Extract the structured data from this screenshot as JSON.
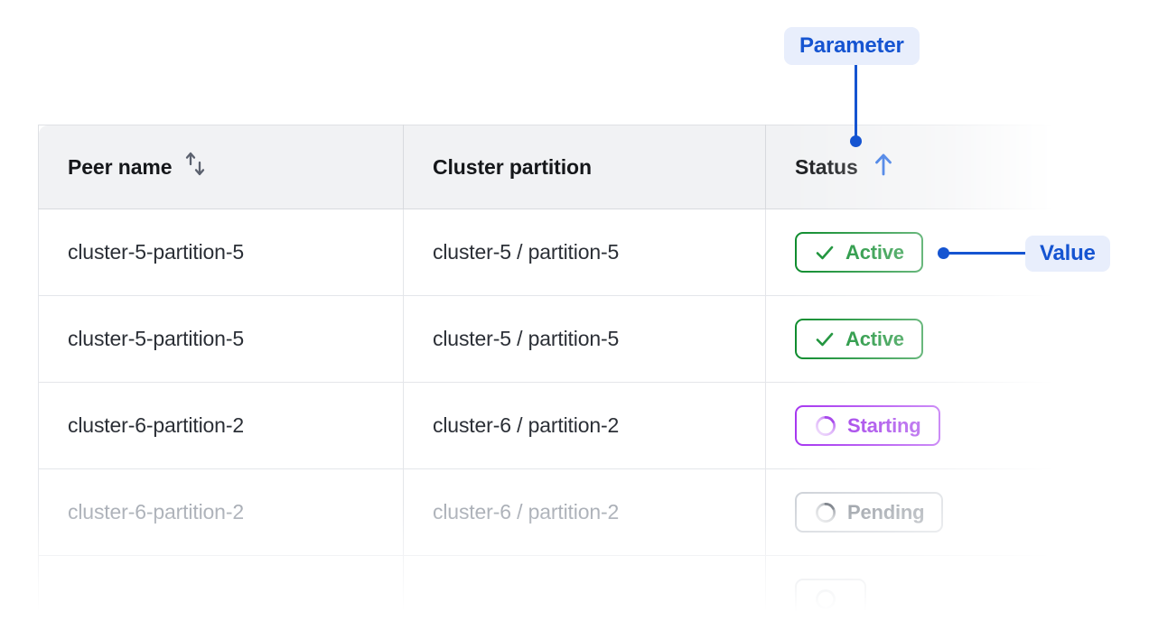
{
  "callouts": {
    "parameter": {
      "label": "Parameter",
      "color": "#1554d1",
      "background": "#e8eefc"
    },
    "value": {
      "label": "Value",
      "color": "#1554d1",
      "background": "#e8eefc"
    }
  },
  "table": {
    "columns": [
      {
        "key": "peer_name",
        "label": "Peer name",
        "sort_icon": "sort-updown-icon",
        "sort_state": "none"
      },
      {
        "key": "cluster_partition",
        "label": "Cluster partition",
        "sort_icon": null,
        "sort_state": "none"
      },
      {
        "key": "status",
        "label": "Status",
        "sort_icon": "arrow-up-icon",
        "sort_state": "ascending"
      }
    ],
    "rows": [
      {
        "peer_name": "cluster-5-partition-5",
        "cluster_partition": "cluster-5 / partition-5",
        "status": {
          "label": "Active",
          "variant": "active",
          "icon": "check-icon",
          "color": "#0a8a2a"
        },
        "dimmed": false
      },
      {
        "peer_name": "cluster-5-partition-5",
        "cluster_partition": "cluster-5 / partition-5",
        "status": {
          "label": "Active",
          "variant": "active",
          "icon": "check-icon",
          "color": "#0a8a2a"
        },
        "dimmed": false
      },
      {
        "peer_name": "cluster-6-partition-2",
        "cluster_partition": "cluster-6 / partition-2",
        "status": {
          "label": "Starting",
          "variant": "starting",
          "icon": "spinner-icon",
          "color": "#9b30e8"
        },
        "dimmed": false
      },
      {
        "peer_name": "cluster-6-partition-2",
        "cluster_partition": "cluster-6 / partition-2",
        "status": {
          "label": "Pending",
          "variant": "pending",
          "icon": "spinner-icon",
          "color": "#8d939b"
        },
        "dimmed": true
      },
      {
        "peer_name": "",
        "cluster_partition": "",
        "status": {
          "label": "",
          "variant": "pending",
          "icon": "spinner-icon",
          "color": "#8d939b"
        },
        "dimmed": true
      }
    ]
  }
}
